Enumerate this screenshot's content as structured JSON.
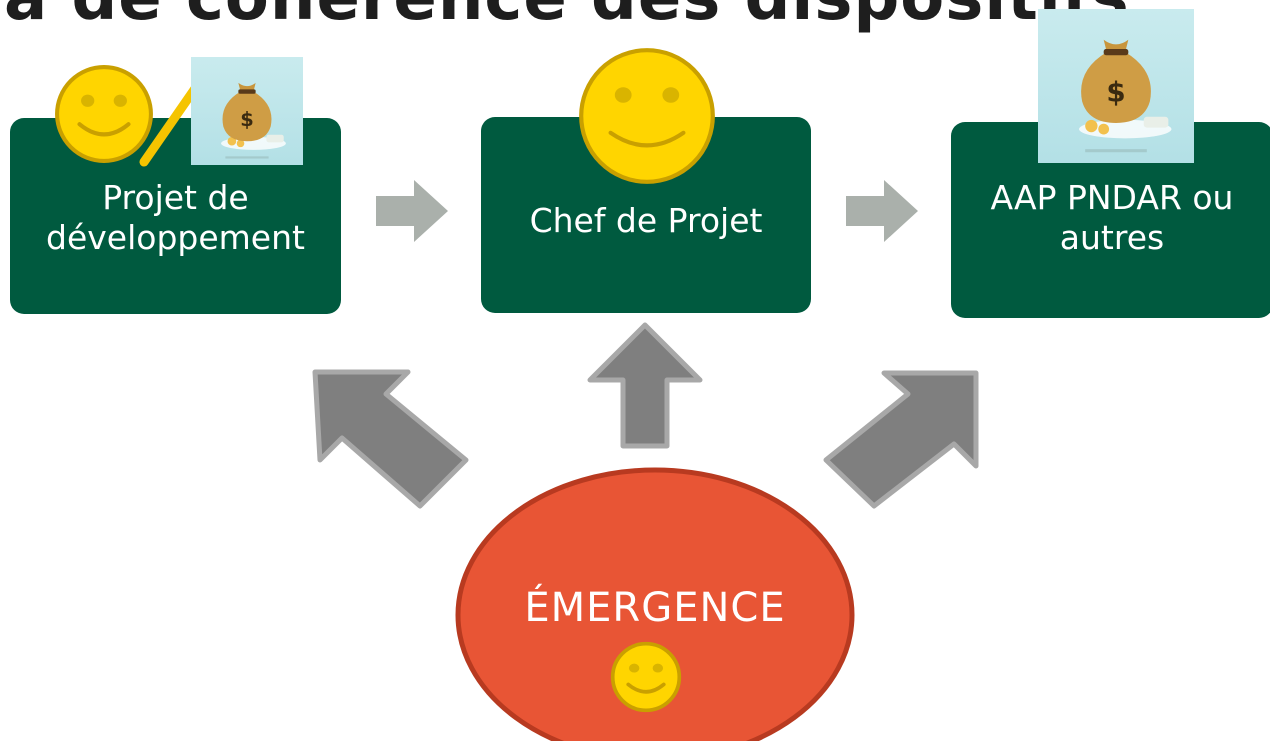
{
  "title": "a de cohérence des dispositifs",
  "boxes": {
    "projet": {
      "line1": "Projet de",
      "line2": "développement"
    },
    "chef": {
      "label": "Chef de Projet"
    },
    "aap": {
      "line1": "AAP PNDAR ou",
      "line2": "autres"
    }
  },
  "emergence": {
    "label": "ÉMERGENCE"
  },
  "icons": {
    "smiley": "smiley-icon",
    "money_bag": "money-bag-icon",
    "flow_arrow": "arrow-right-icon",
    "up_arrow": "arrow-up-icon"
  },
  "colors": {
    "box_green": "#005a3f",
    "emergence_red": "#e85535",
    "emergence_border": "#b83a20",
    "smiley_yellow": "#ffd500",
    "smiley_border": "#c9a000",
    "flow_arrow_gray": "#aab0ab",
    "up_arrow_gray": "#7f7f7f",
    "slash_yellow": "#f5c400"
  }
}
